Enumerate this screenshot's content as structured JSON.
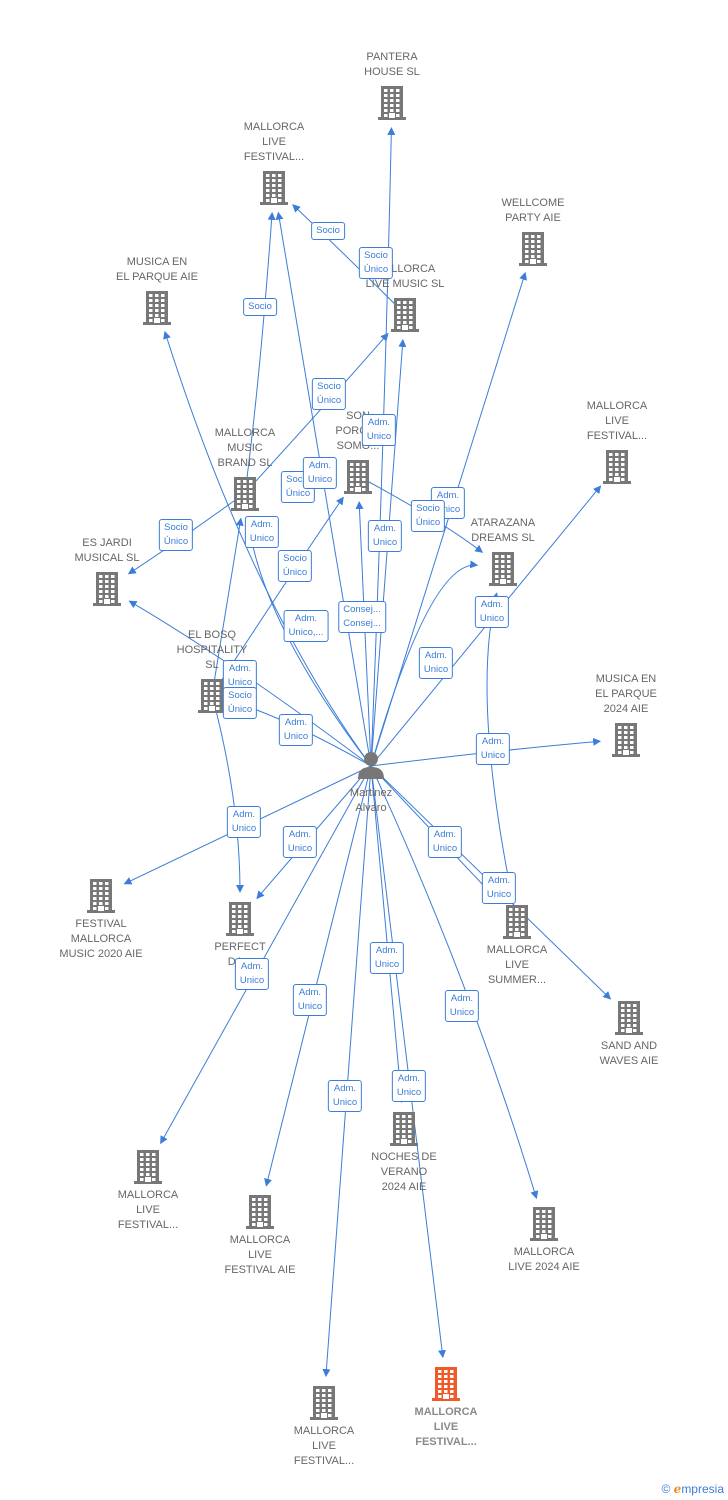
{
  "center": {
    "name_lines": [
      "Martinez",
      "Alvaro"
    ]
  },
  "nodes": [
    {
      "id": "n0",
      "lines": [
        "PANTERA",
        "HOUSE  SL"
      ],
      "label_pos": "above",
      "highlight": false
    },
    {
      "id": "n1",
      "lines": [
        "MALLORCA",
        "LIVE",
        "FESTIVAL..."
      ],
      "label_pos": "above",
      "highlight": false
    },
    {
      "id": "n2",
      "lines": [
        "WELLCOME",
        "PARTY AIE"
      ],
      "label_pos": "above",
      "highlight": false
    },
    {
      "id": "n3",
      "lines": [
        "MUSICA EN",
        "EL PARQUE AIE"
      ],
      "label_pos": "above",
      "highlight": false
    },
    {
      "id": "n4",
      "lines": [
        "MALLORCA",
        "LIVE MUSIC  SL"
      ],
      "label_pos": "above",
      "highlight": false
    },
    {
      "id": "n5",
      "lines": [
        "MALLORCA",
        "LIVE",
        "FESTIVAL..."
      ],
      "label_pos": "above",
      "highlight": false
    },
    {
      "id": "n6",
      "lines": [
        "SON",
        "PORCEL",
        "SOMO..."
      ],
      "label_pos": "above",
      "highlight": false
    },
    {
      "id": "n7",
      "lines": [
        "MALLORCA",
        "MUSIC",
        "BRAND  SL"
      ],
      "label_pos": "above",
      "highlight": false
    },
    {
      "id": "n8",
      "lines": [
        "ATARAZANA",
        "DREAMS  SL"
      ],
      "label_pos": "above",
      "highlight": false
    },
    {
      "id": "n9",
      "lines": [
        "ES JARDI",
        "MUSICAL  SL"
      ],
      "label_pos": "above",
      "highlight": false
    },
    {
      "id": "n10",
      "lines": [
        "EL BOSQ",
        "HOSPITALITY",
        "SL"
      ],
      "label_pos": "above",
      "highlight": false
    },
    {
      "id": "n11",
      "lines": [
        "MUSICA EN",
        "EL PARQUE",
        "2024 AIE"
      ],
      "label_pos": "above",
      "highlight": false
    },
    {
      "id": "n12",
      "lines": [
        "FESTIVAL",
        "MALLORCA",
        "MUSIC 2020 AIE"
      ],
      "label_pos": "below",
      "highlight": false
    },
    {
      "id": "n13",
      "lines": [
        "PERFECT",
        "DA..."
      ],
      "label_pos": "below",
      "highlight": false
    },
    {
      "id": "n14",
      "lines": [
        "MALLORCA",
        "LIVE",
        "SUMMER..."
      ],
      "label_pos": "below",
      "highlight": false
    },
    {
      "id": "n15",
      "lines": [
        "SAND AND",
        "WAVES AIE"
      ],
      "label_pos": "below",
      "highlight": false
    },
    {
      "id": "n16",
      "lines": [
        "MALLORCA",
        "LIVE",
        "FESTIVAL..."
      ],
      "label_pos": "below",
      "highlight": false
    },
    {
      "id": "n17",
      "lines": [
        "NOCHES DE",
        "VERANO",
        "2024 AIE"
      ],
      "label_pos": "below",
      "highlight": false
    },
    {
      "id": "n18",
      "lines": [
        "MALLORCA",
        "LIVE",
        "FESTIVAL AIE"
      ],
      "label_pos": "below",
      "highlight": false
    },
    {
      "id": "n19",
      "lines": [
        "MALLORCA",
        "LIVE 2024 AIE"
      ],
      "label_pos": "below",
      "highlight": false
    },
    {
      "id": "n20",
      "lines": [
        "MALLORCA",
        "LIVE",
        "FESTIVAL..."
      ],
      "label_pos": "below",
      "highlight": false
    },
    {
      "id": "n21",
      "lines": [
        "MALLORCA",
        "LIVE",
        "FESTIVAL..."
      ],
      "label_pos": "below",
      "highlight": true
    }
  ],
  "edge_labels": [
    {
      "lines": [
        "Socio"
      ]
    },
    {
      "lines": [
        "Socio",
        "Único"
      ]
    },
    {
      "lines": [
        "Socio"
      ]
    },
    {
      "lines": [
        "Socio",
        "Único"
      ]
    },
    {
      "lines": [
        "Adm.",
        "Unico"
      ]
    },
    {
      "lines": [
        "Adm.",
        "Unico"
      ]
    },
    {
      "lines": [
        "Socio",
        "Único"
      ]
    },
    {
      "lines": [
        "Socio",
        "Único"
      ]
    },
    {
      "lines": [
        "Adm.",
        "Unico"
      ]
    },
    {
      "lines": [
        "Adm.",
        "Unico"
      ]
    },
    {
      "lines": [
        "Socio",
        "Único"
      ]
    },
    {
      "lines": [
        "Adm.",
        "Unico"
      ]
    },
    {
      "lines": [
        "Socio",
        "Único"
      ]
    },
    {
      "lines": [
        "Adm.",
        "Unico,..."
      ]
    },
    {
      "lines": [
        "Consej...",
        "Consej..."
      ]
    },
    {
      "lines": [
        "Adm.",
        "Unico"
      ]
    },
    {
      "lines": [
        "Adm.",
        "Unico"
      ]
    },
    {
      "lines": [
        "Adm.",
        "Unico"
      ]
    },
    {
      "lines": [
        "Socio",
        "Único"
      ]
    },
    {
      "lines": [
        "Adm.",
        "Unico"
      ]
    },
    {
      "lines": [
        "Adm.",
        "Unico"
      ]
    },
    {
      "lines": [
        "Adm.",
        "Unico"
      ]
    },
    {
      "lines": [
        "Adm.",
        "Unico"
      ]
    },
    {
      "lines": [
        "Adm.",
        "Unico"
      ]
    },
    {
      "lines": [
        "Adm.",
        "Unico"
      ]
    },
    {
      "lines": [
        "Adm.",
        "Unico"
      ]
    },
    {
      "lines": [
        "Adm.",
        "Unico"
      ]
    },
    {
      "lines": [
        "Adm.",
        "Unico"
      ]
    },
    {
      "lines": [
        "Adm.",
        "Unico"
      ]
    },
    {
      "lines": [
        "Adm.",
        "Unico"
      ]
    },
    {
      "lines": [
        "Adm.",
        "Unico"
      ]
    }
  ],
  "colors": {
    "edge": "#3b7dd8",
    "building": "#777777",
    "building_highlight": "#f05a28",
    "person": "#777777"
  },
  "icons": {
    "company": "building-icon",
    "person": "person-icon"
  },
  "footer": {
    "copyright": "©",
    "brand_initial": "e",
    "brand_rest": "mpresia"
  }
}
